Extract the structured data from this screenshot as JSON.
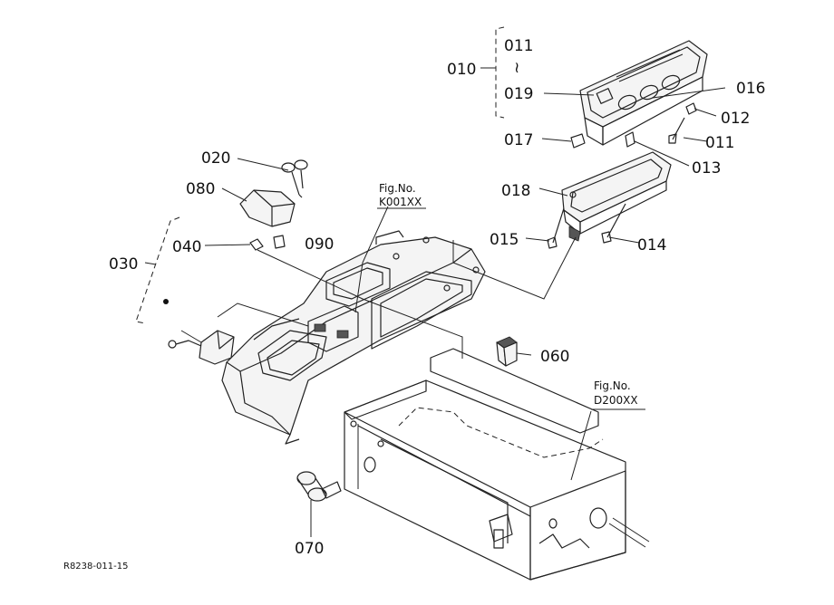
{
  "labels": {
    "p010": "010",
    "p011a": "011",
    "p011_tilde": "≀",
    "p019": "019",
    "p016": "016",
    "p012": "012",
    "p011b": "011",
    "p017": "017",
    "p013": "013",
    "p018": "018",
    "p015": "015",
    "p014": "014",
    "p020": "020",
    "p080": "080",
    "p030": "030",
    "p040": "040",
    "p090": "090",
    "p060": "060",
    "p070": "070"
  },
  "figrefs": {
    "k_title": "Fig.No.",
    "k_code": "K001XX",
    "d_title": "Fig.No.",
    "d_code": "D200XX"
  },
  "footer": {
    "code": "R8238-011-15"
  }
}
